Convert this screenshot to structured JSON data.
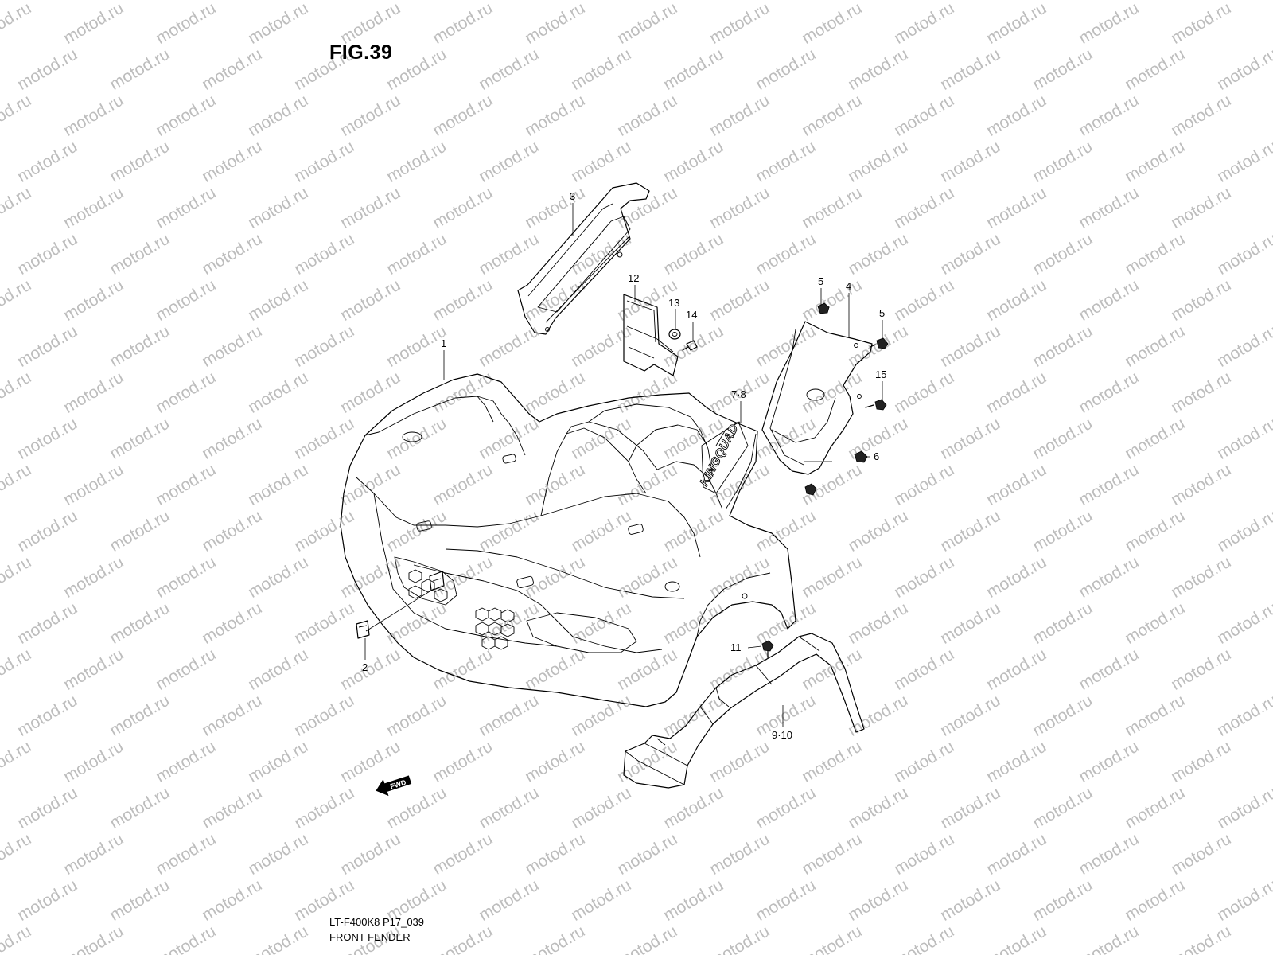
{
  "figure": {
    "title": "FIG.39",
    "model_code": "LT-F400K8 P17_039",
    "section": "FRONT FENDER"
  },
  "watermark": {
    "text": "motod.ru",
    "color": "#bdbdbd"
  },
  "direction_marker": {
    "label": "FWD",
    "icon": "arrow-left-icon"
  },
  "decal_text": "KINGQUAD",
  "callouts": [
    {
      "id": "c1",
      "label": "1"
    },
    {
      "id": "c2",
      "label": "2"
    },
    {
      "id": "c3",
      "label": "3"
    },
    {
      "id": "c4",
      "label": "4"
    },
    {
      "id": "c5a",
      "label": "5"
    },
    {
      "id": "c5b",
      "label": "5"
    },
    {
      "id": "c6",
      "label": "6"
    },
    {
      "id": "c78",
      "label": "7·8"
    },
    {
      "id": "c910",
      "label": "9·10"
    },
    {
      "id": "c11",
      "label": "11"
    },
    {
      "id": "c12",
      "label": "12"
    },
    {
      "id": "c13",
      "label": "13"
    },
    {
      "id": "c14",
      "label": "14"
    },
    {
      "id": "c15",
      "label": "15"
    }
  ]
}
